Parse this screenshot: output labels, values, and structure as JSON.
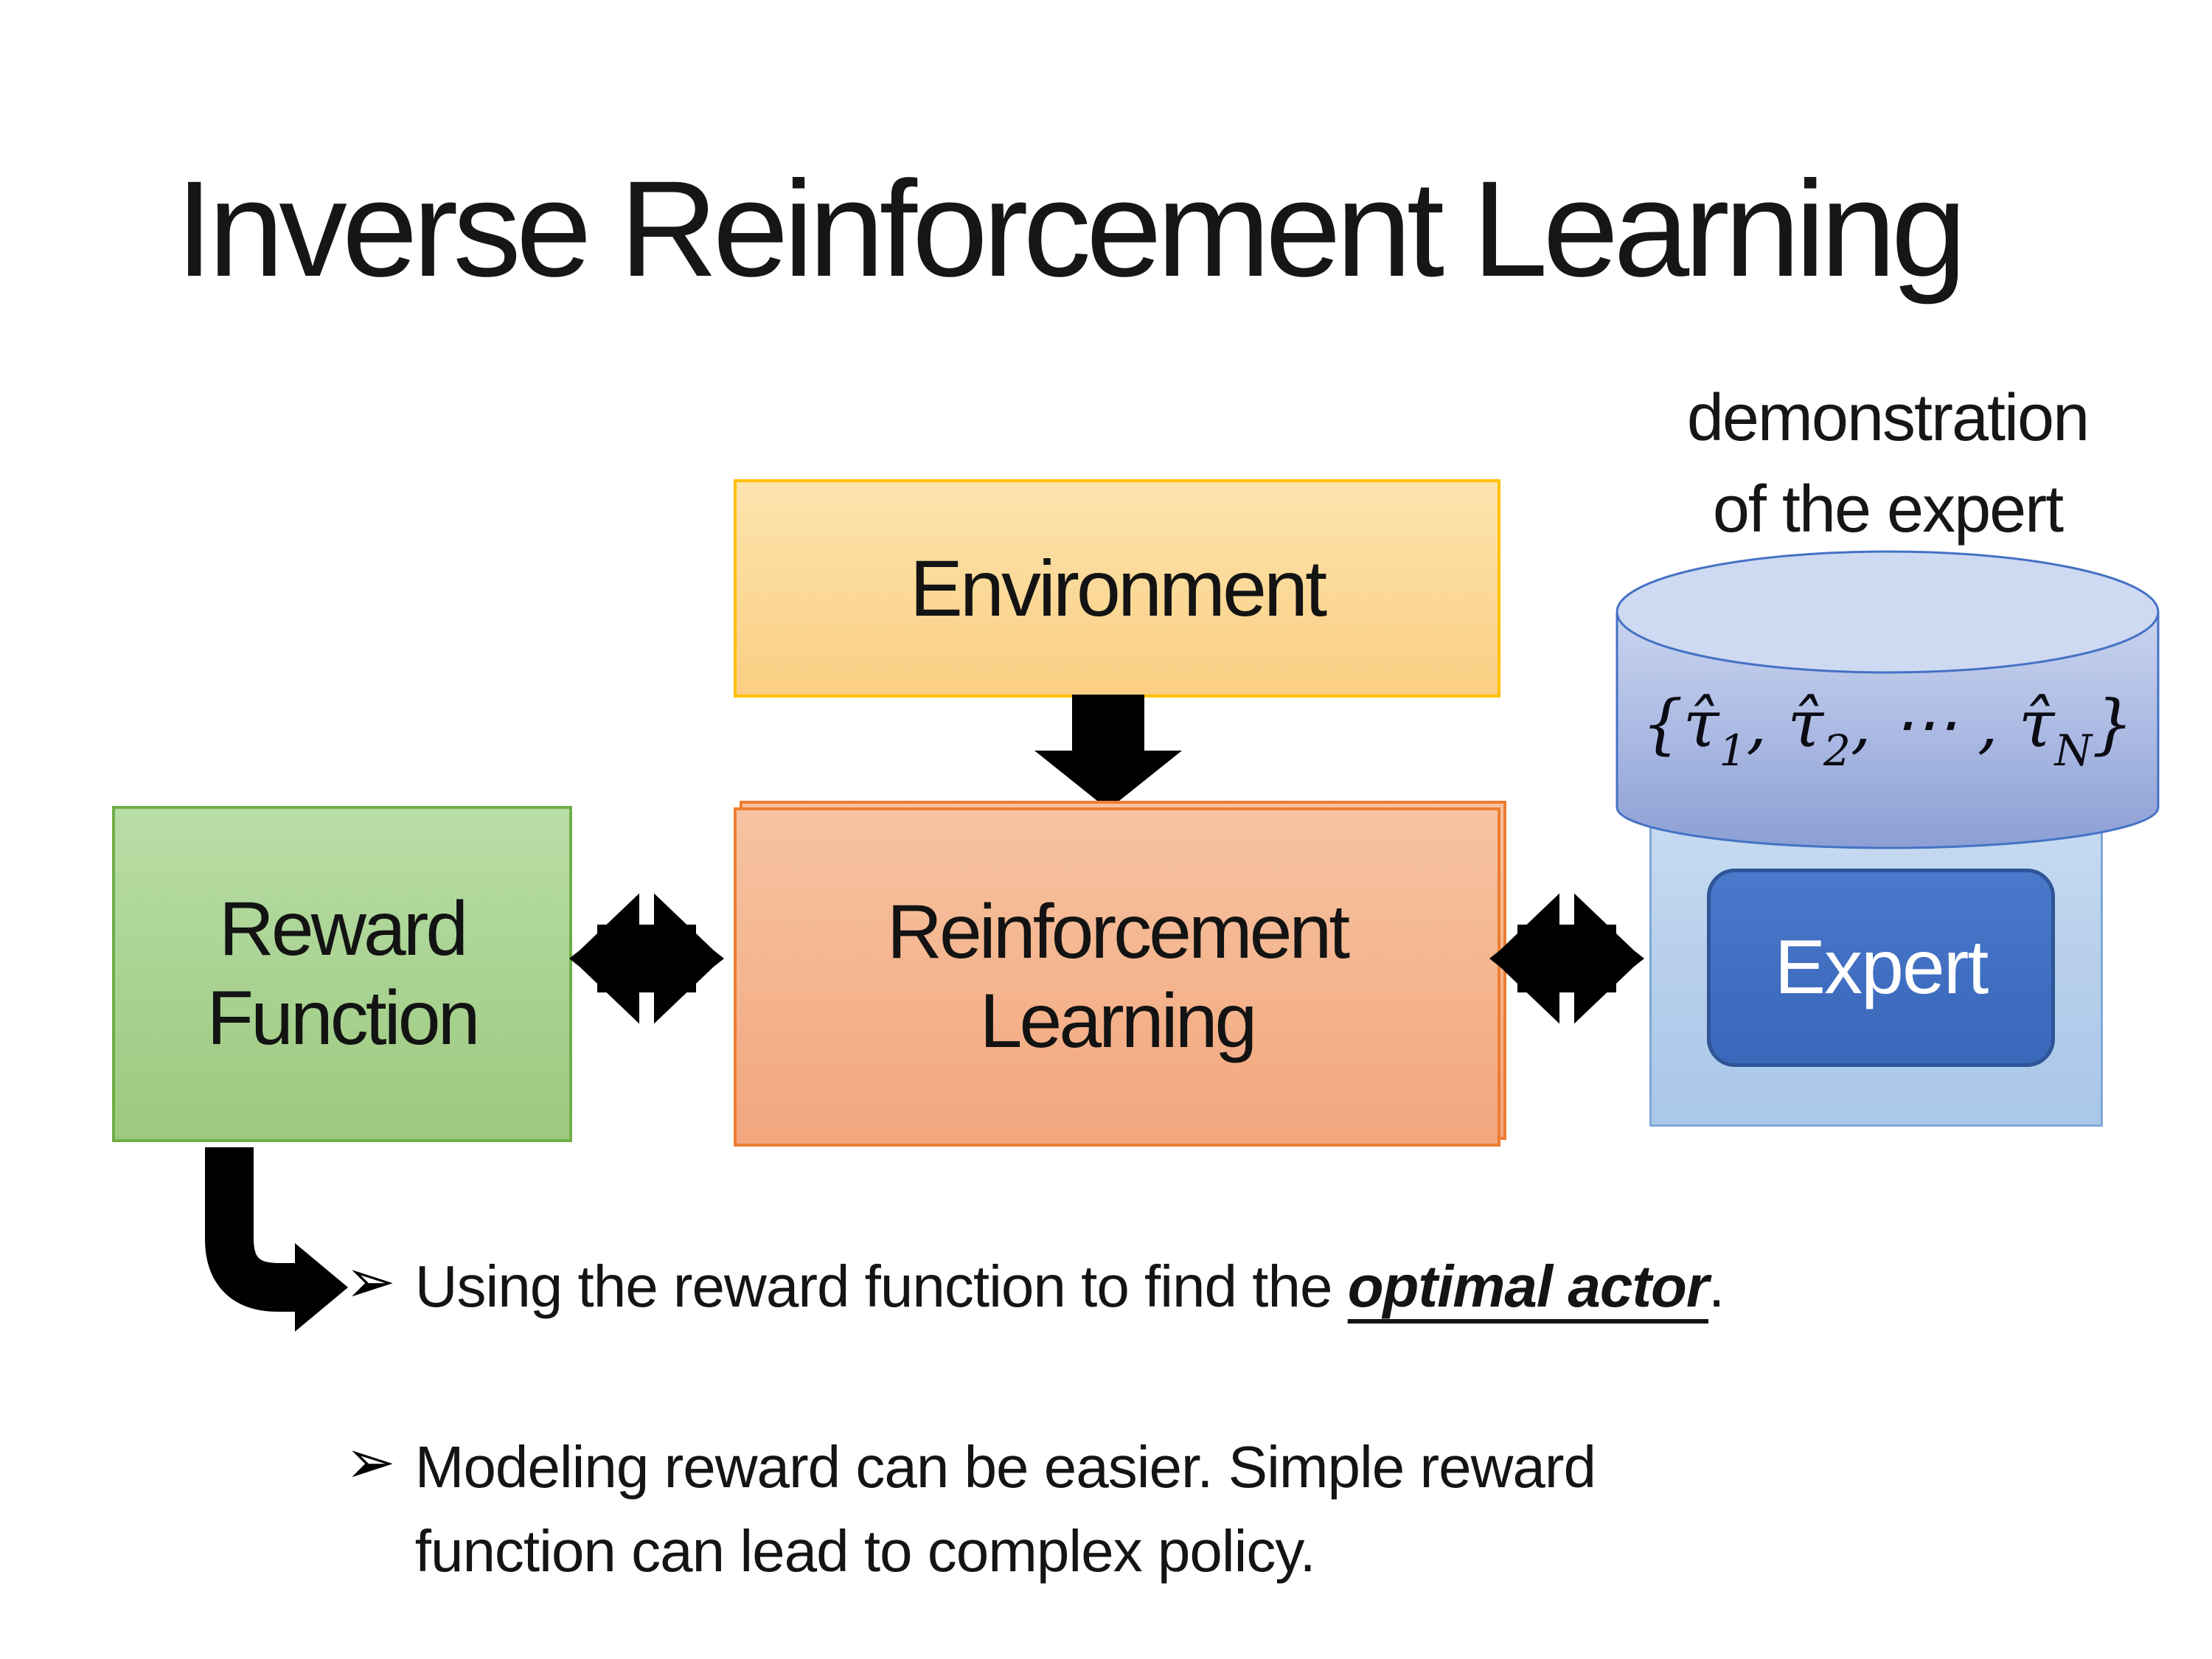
{
  "slide": {
    "title": "Inverse Reinforcement Learning"
  },
  "annotations": {
    "demo_line1": "demonstration",
    "demo_line2": "of the expert"
  },
  "boxes": {
    "environment": {
      "label": "Environment"
    },
    "reward": {
      "line1": "Reward",
      "line2": "Function"
    },
    "rl": {
      "line1": "Reinforcement",
      "line2": "Learning"
    },
    "expert": {
      "label": "Expert"
    }
  },
  "database": {
    "math": [
      "{",
      "τ̂",
      "1",
      ", ",
      "τ̂",
      "2",
      ", ⋯ , ",
      "τ̂",
      "N",
      "}"
    ]
  },
  "bullets": {
    "marker1": "➢",
    "marker2": "➢",
    "item1": {
      "prefix": "Using the reward function to find the ",
      "highlight": "optimal actor",
      "suffix": "."
    },
    "item2": {
      "text": "Modeling reward can be easier. Simple reward function can lead to complex policy."
    }
  },
  "colors": {
    "environment_border": "#FFC000",
    "environment_fill": "#FBD896",
    "rl_border": "#ED7D31",
    "rl_fill": "#F4B58E",
    "reward_border": "#70AD47",
    "reward_fill": "#AAD393",
    "expert_container_fill": "#B7CFEC",
    "expert_container_border": "#7FA8D6",
    "cylinder_border": "#4472C4",
    "cylinder_fill_top": "#CED9F2",
    "cylinder_fill_bottom": "#8C9FD4",
    "expert_fill": "#3F6EC1",
    "expert_border": "#2F5597",
    "arrow_color": "#000000",
    "text_color": "#141414"
  }
}
